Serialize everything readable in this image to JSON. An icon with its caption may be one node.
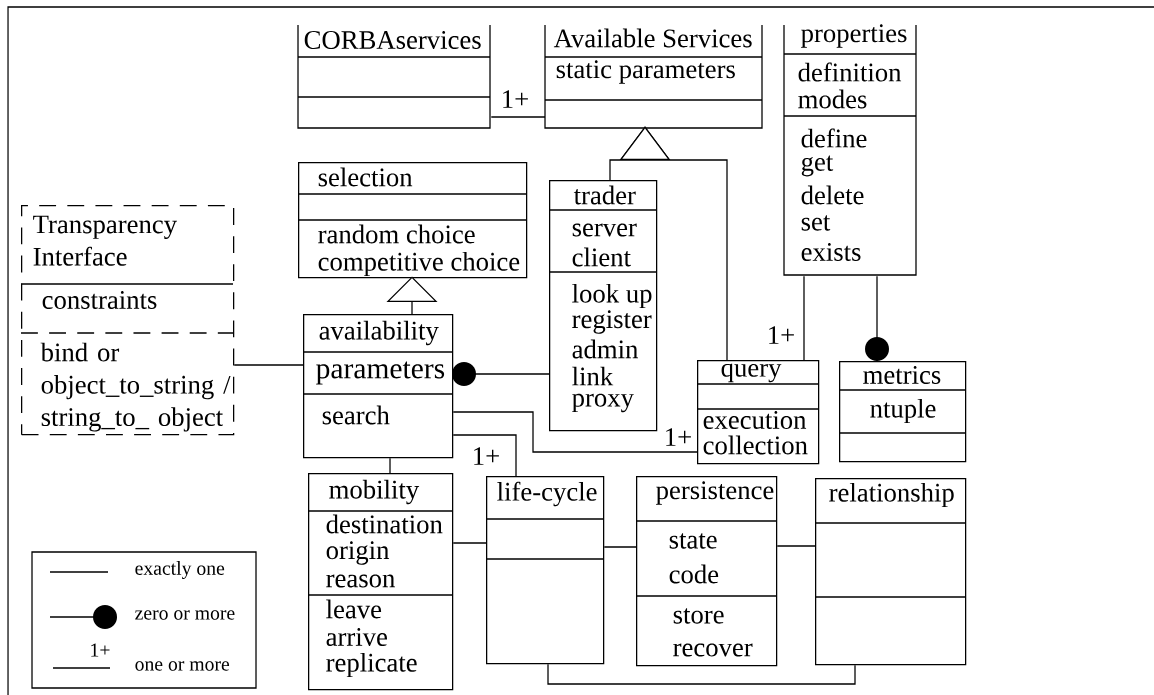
{
  "diagram": {
    "nodes": [
      {
        "text": [
          "CORBAservices"
        ]
      },
      {
        "text": [
          "Available Services",
          "static parameters"
        ]
      },
      {
        "text": [
          "properties",
          "definition",
          "modes",
          "define",
          "get",
          "delete",
          "set",
          "exists"
        ]
      },
      {
        "text": [
          "selection",
          "random choice",
          "competitive choice"
        ]
      },
      {
        "text": [
          "trader",
          "server",
          "client",
          "look up",
          "register",
          "admin",
          "link",
          "proxy"
        ]
      },
      {
        "text": [
          "Transparency Interface",
          "constraints",
          "bind or object_to_string / string_to_ object"
        ]
      },
      {
        "text": [
          "availability",
          "parameters",
          "search"
        ]
      },
      {
        "text": [
          "query",
          "execution",
          "collection"
        ]
      },
      {
        "text": [
          "metrics",
          "ntuple"
        ]
      },
      {
        "text": [
          "mobility",
          "destination",
          "origin",
          "reason",
          "leave",
          "arrive",
          "replicate"
        ]
      },
      {
        "text": [
          "life-cycle"
        ]
      },
      {
        "text": [
          "persistence",
          "state",
          "code",
          "store",
          "recover"
        ]
      },
      {
        "text": [
          "relationship"
        ]
      }
    ],
    "edges": [
      {
        "from": 0,
        "to": 1,
        "arrow": "none",
        "label": "1+"
      },
      {
        "from": 4,
        "to": 1,
        "arrow": "to"
      },
      {
        "from": 7,
        "to": 1,
        "arrow": "to"
      },
      {
        "from": 6,
        "to": 3,
        "arrow": "to"
      },
      {
        "from": 2,
        "to": 7,
        "arrow": "none",
        "label": "1+"
      },
      {
        "from": 2,
        "to": 8,
        "arrow": "other"
      },
      {
        "from": 5,
        "to": 6,
        "arrow": "none"
      },
      {
        "from": 4,
        "to": 6,
        "arrow": "other"
      },
      {
        "from": 6,
        "to": 7,
        "arrow": "none",
        "label": "1+"
      },
      {
        "from": 6,
        "to": 10,
        "arrow": "none",
        "label": "1+"
      },
      {
        "from": 6,
        "to": 9,
        "arrow": "none"
      },
      {
        "from": 9,
        "to": 10,
        "arrow": "none"
      },
      {
        "from": 10,
        "to": 11,
        "arrow": "none"
      },
      {
        "from": 11,
        "to": 12,
        "arrow": "none"
      },
      {
        "from": 10,
        "to": 12,
        "arrow": "none"
      }
    ],
    "labels": [
      "1+"
    ],
    "legend": [
      {
        "text": "exactly one"
      },
      {
        "text": "zero or more"
      },
      {
        "text": "one or more"
      }
    ]
  }
}
